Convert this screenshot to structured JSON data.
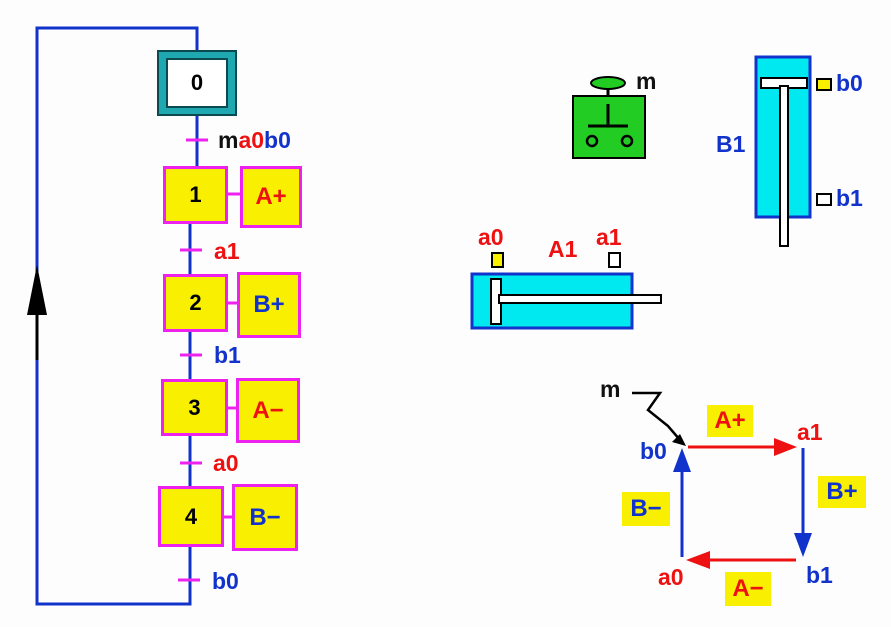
{
  "grafcet": {
    "initial_step": "0",
    "steps": [
      {
        "number": "1",
        "action": "A+"
      },
      {
        "number": "2",
        "action": "B+"
      },
      {
        "number": "3",
        "action": "A−"
      },
      {
        "number": "4",
        "action": "B−"
      }
    ],
    "transitions": {
      "t0_parts": [
        "m",
        "a0",
        "b0"
      ],
      "t1": "a1",
      "t2": "b1",
      "t3": "a0",
      "t4": "b0"
    }
  },
  "devices": {
    "push_button_label": "m",
    "cylinder_a": {
      "name": "A1",
      "sensor_retracted": "a0",
      "sensor_extended": "a1"
    },
    "cylinder_b": {
      "name": "B1",
      "sensor_retracted": "b0",
      "sensor_extended": "b1"
    }
  },
  "cycle_diagram": {
    "start_label": "m",
    "corners": {
      "top_left": "b0",
      "top_right": "a1",
      "bottom_right": "b1",
      "bottom_left": "a0"
    },
    "moves": {
      "top": "A+",
      "right": "B+",
      "bottom": "A−",
      "left": "B−"
    }
  },
  "colors": {
    "wire_blue": "#1133cc",
    "step_yellow": "#f8f000",
    "step_border_magenta": "#ee22ee",
    "cylinder_cyan": "#00e8f0",
    "button_green": "#22cc22",
    "arrow_red": "#ee1111"
  }
}
